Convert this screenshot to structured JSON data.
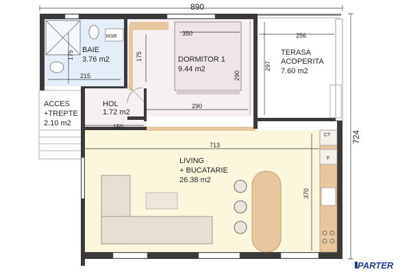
{
  "rooms": {
    "baie": {
      "name": "BAIE",
      "area": "3.76 m2"
    },
    "dormitor": {
      "name": "DORMITOR 1",
      "area": "9.44 m2"
    },
    "terasa": {
      "name1": "TERASA",
      "name2": "ACOPERITA",
      "area": "7.60 m2"
    },
    "acces": {
      "name1": "ACCES",
      "name2": "+TREPTE",
      "area": "2.10 m2"
    },
    "hol": {
      "name": "HOL",
      "area": "1.72 m2"
    },
    "living": {
      "name1": "LIVING",
      "name2": "+ BUCATARIE",
      "area": "26.38 m2"
    }
  },
  "dimensions": {
    "overall_width": "890",
    "overall_height": "724",
    "bed_width": "350",
    "terrace_width": "256",
    "terrace_height": "297",
    "bedroom_height": "290",
    "bedroom_width": "290",
    "bath_side": "175",
    "bath_bottom": "215",
    "bedroom_left": "175",
    "hall_width": "150",
    "living_width": "713",
    "living_height": "370"
  },
  "fixtures": {
    "msr": "MSR",
    "ct": "CT",
    "f": "F"
  },
  "floor_label": "PARTER",
  "colors": {
    "wall": "#3a3a3a",
    "living_floor": "#fbf7dc",
    "bedroom_floor": "#f6f0f2",
    "bath_floor": "#e3eef8",
    "wood": "#e8c79f",
    "terrace_floor": "#ffffff",
    "accent": "#1c3d8f"
  }
}
